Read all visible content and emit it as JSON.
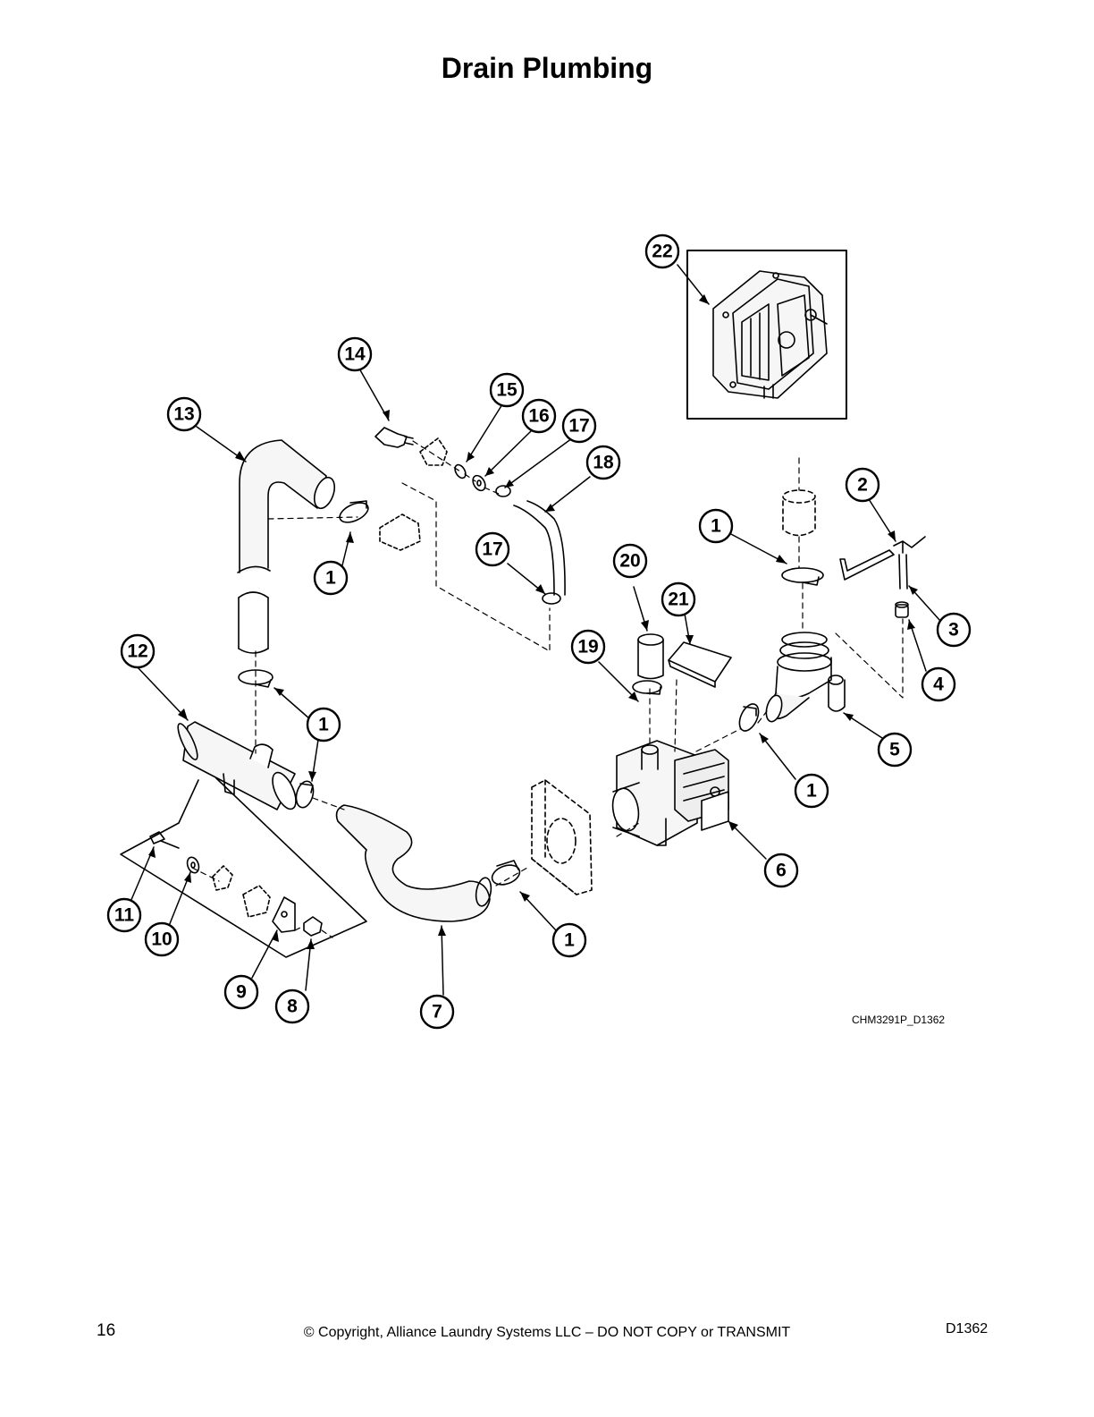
{
  "page": {
    "title": "Drain Plumbing",
    "drawing_code": "CHM3291P_D1362",
    "page_number": "16",
    "copyright": "© Copyright, Alliance Laundry Systems LLC – DO NOT COPY or TRANSMIT",
    "document_code": "D1362"
  },
  "callouts": [
    "1",
    "2",
    "3",
    "4",
    "5",
    "6",
    "7",
    "8",
    "9",
    "10",
    "11",
    "12",
    "13",
    "14",
    "15",
    "16",
    "17",
    "18",
    "19",
    "20",
    "21",
    "22"
  ],
  "colors": {
    "ink": "#000000",
    "paper": "#ffffff",
    "part_fill": "#f2f2f2"
  }
}
